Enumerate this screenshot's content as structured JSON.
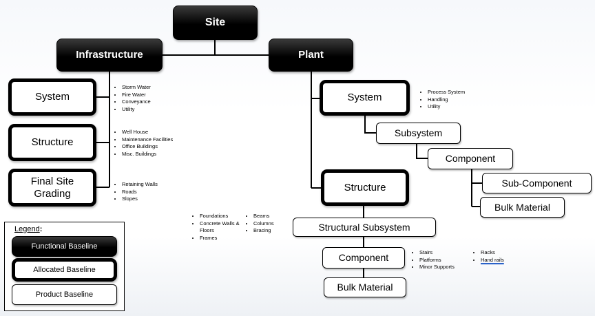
{
  "nodes": {
    "site": "Site",
    "infrastructure": "Infrastructure",
    "plant": "Plant",
    "infra_system": "System",
    "infra_structure": "Structure",
    "final_grading": "Final Site Grading",
    "plant_system": "System",
    "subsystem": "Subsystem",
    "component_top": "Component",
    "sub_component": "Sub-Component",
    "bulk_top": "Bulk Material",
    "plant_structure": "Structure",
    "structural_subsystem": "Structural Subsystem",
    "component_bottom": "Component",
    "bulk_bottom": "Bulk Material"
  },
  "lists": {
    "infra_system": [
      "Storm Water",
      "Fire Water",
      "Conveyance",
      "Utility"
    ],
    "infra_structure": [
      "Well House",
      "Maintenance Facilities",
      "Office Buildings",
      "Misc. Buildings"
    ],
    "final_grading": [
      "Retaining Walls",
      "Roads",
      "Slopes"
    ],
    "plant_system": [
      "Process System",
      "Handling",
      "Utility"
    ],
    "structure_col1": [
      "Foundations",
      "Concrete Walls & Floors",
      "Frames"
    ],
    "structure_col2": [
      "Beams",
      "Columns",
      "Bracing"
    ],
    "component_col1": [
      "Stairs",
      "Platforms",
      "Minor Supports"
    ],
    "component_col2": [
      "Racks",
      "Hand rails"
    ]
  },
  "legend": {
    "title": "Legend",
    "colon": ":",
    "functional": "Functional Baseline",
    "allocated": "Allocated Baseline",
    "product": "Product Baseline"
  }
}
